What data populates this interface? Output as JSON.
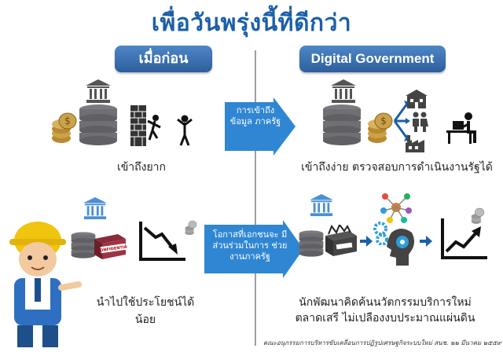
{
  "title": "เพื่อวันพรุ่งนี้ที่ดีกว่า",
  "headers": {
    "before": "เมื่อก่อน",
    "after": "Digital Government"
  },
  "arrows": {
    "access": "การเข้าถึง ข้อมูล ภาครัฐ",
    "participation": "โอกาสที่เอกชนจะ มีส่วนร่วมในการ ช่วยงานภาครัฐ"
  },
  "captions": {
    "hard_access": "เข้าถึงยาก",
    "easy_access": "เข้าถึงง่าย ตรวจสอบการดำเนินงานรัฐได้",
    "little_benefit": "นำไปใช้ประโยชน์ได้น้อย",
    "innovation_line1": "นักพัฒนาคิดค้นนวัตกรรมบริการใหม่",
    "innovation_line2": "ตลาดเสรี ไม่เปลืองงบประมาณแผ่นดิน"
  },
  "confidential_stamp": "CONFIDENTIAL",
  "footer": "คณะอนุกรรมการบริหารขับเคลื่อนการปฏิรูปเศรษฐกิจระบบใหม่ สนช. ๒๒ มีนาคม ๒๕๕๙",
  "colors": {
    "brand_blue": "#1b5fa8",
    "arrow_blue": "#2f86d3",
    "db_gray": "#6f6f74",
    "coin_gold": "#c9a24a"
  },
  "icons": [
    "bank-icon",
    "database-icon",
    "coins-icon",
    "brick-wall-icon",
    "climber-icon",
    "person-icon",
    "building-icon",
    "family-icon",
    "factory-icon",
    "desk-worker-icon",
    "chart-down-icon",
    "chart-up-icon",
    "gears-icon",
    "brain-icon",
    "box-icon",
    "engineer-icon"
  ]
}
